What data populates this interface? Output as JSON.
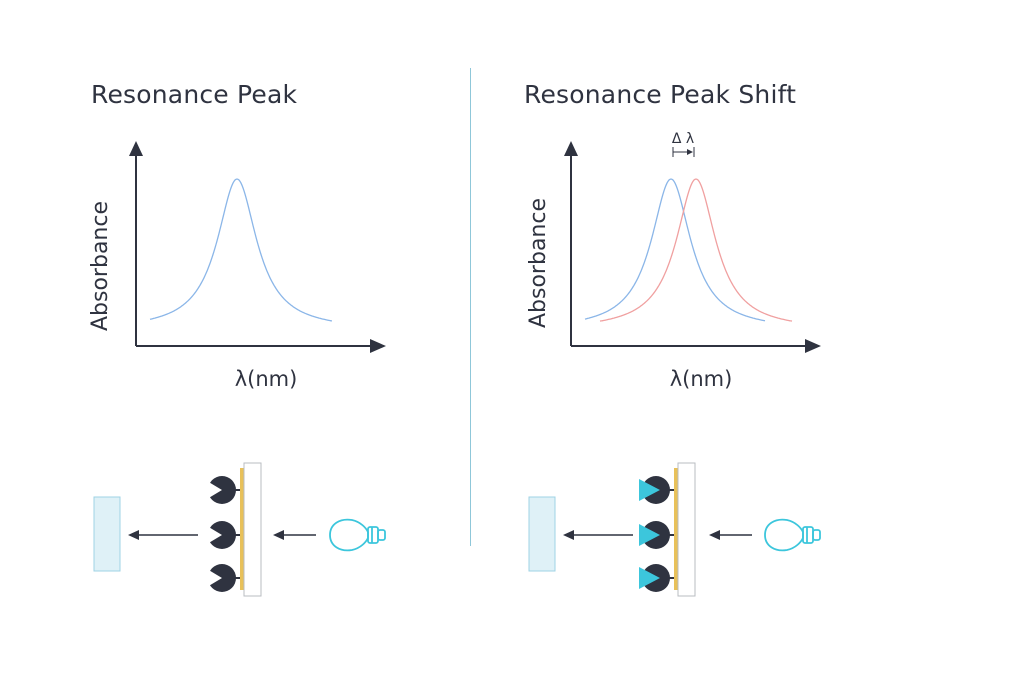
{
  "panels": [
    {
      "title": "Resonance Peak",
      "ylabel": "Absorbance",
      "xlabel": "λ(nm)"
    },
    {
      "title": "Resonance Peak Shift",
      "ylabel": "Absorbance",
      "xlabel": "λ(nm)",
      "shift_label": "Δ λ"
    }
  ],
  "colors": {
    "curve_original": "#8bb6e8",
    "curve_shifted": "#f0a0a0",
    "axis": "#2f3340",
    "divider": "#8fc7d9",
    "sensor_strip": "#e8c15a",
    "receptor": "#2f3340",
    "analyte": "#3cc6dc",
    "detector": "#dff1f7",
    "bulb": "#3cc6dc"
  },
  "icons": {
    "detector": "detector-icon",
    "receptor": "receptor-icon",
    "analyte": "analyte-triangle-icon",
    "light": "light-bulb-icon"
  }
}
